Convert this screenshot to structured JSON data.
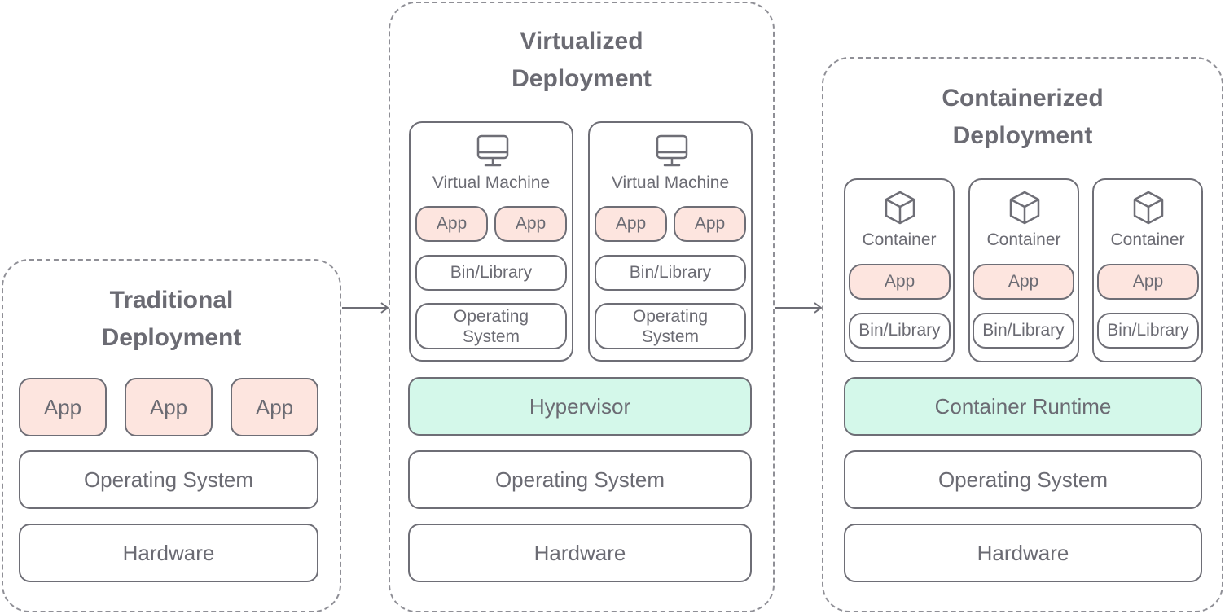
{
  "traditional": {
    "title": "Traditional\nDeployment",
    "apps": [
      "App",
      "App",
      "App"
    ],
    "os": "Operating System",
    "hardware": "Hardware"
  },
  "virtualized": {
    "title": "Virtualized\nDeployment",
    "vms": [
      {
        "label": "Virtual Machine",
        "apps": [
          "App",
          "App"
        ],
        "bin": "Bin/Library",
        "os": "Operating\nSystem",
        "icon": "monitor-icon"
      },
      {
        "label": "Virtual Machine",
        "apps": [
          "App",
          "App"
        ],
        "bin": "Bin/Library",
        "os": "Operating\nSystem",
        "icon": "monitor-icon"
      }
    ],
    "hypervisor": "Hypervisor",
    "os": "Operating System",
    "hardware": "Hardware"
  },
  "containerized": {
    "title": "Containerized\nDeployment",
    "containers": [
      {
        "label": "Container",
        "app": "App",
        "bin": "Bin/Library",
        "icon": "cube-icon"
      },
      {
        "label": "Container",
        "app": "App",
        "bin": "Bin/Library",
        "icon": "cube-icon"
      },
      {
        "label": "Container",
        "app": "App",
        "bin": "Bin/Library",
        "icon": "cube-icon"
      }
    ],
    "runtime": "Container Runtime",
    "os": "Operating System",
    "hardware": "Hardware"
  },
  "colors": {
    "app_fill": "#fde5df",
    "runtime_fill": "#d4f8ea",
    "stroke": "#6e6e76",
    "text": "#6b6b73"
  }
}
